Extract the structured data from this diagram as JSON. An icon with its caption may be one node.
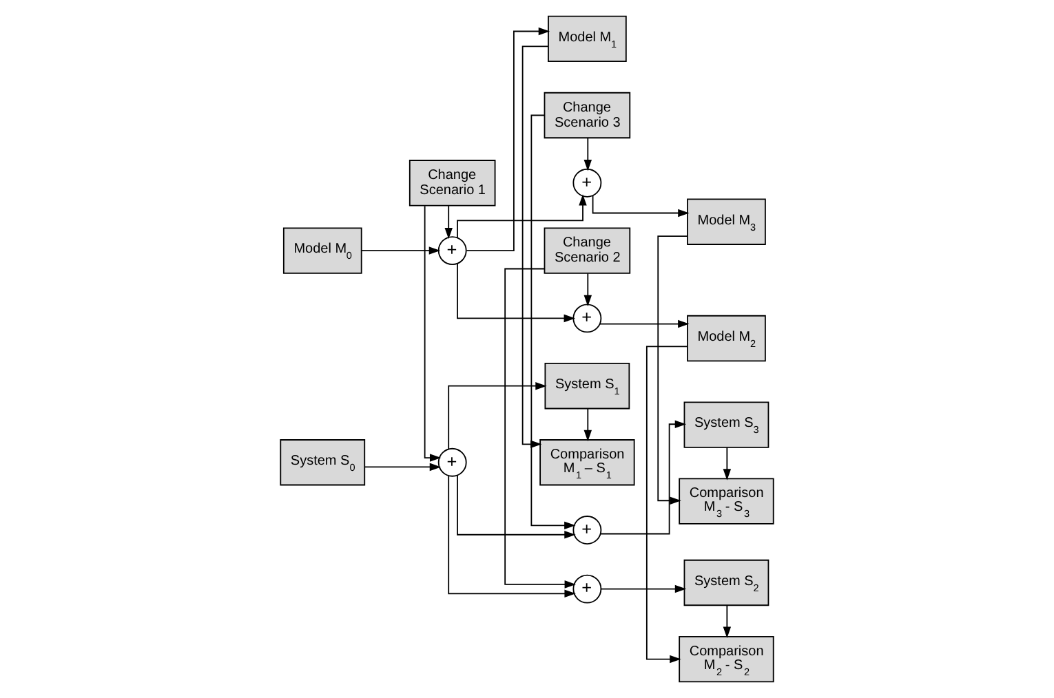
{
  "diagram": {
    "nodes": [
      {
        "text": [
          "Model M$_{0}$"
        ]
      },
      {
        "text": [
          "+"
        ]
      },
      {
        "text": [
          "Model M$_{1}$"
        ]
      },
      {
        "text": [
          "+"
        ]
      },
      {
        "text": [
          "Model M$_{2}$"
        ]
      },
      {
        "text": [
          "+"
        ]
      },
      {
        "text": [
          "Model M$_{3}$"
        ]
      },
      {
        "text": [
          "Change Scenario 1"
        ]
      },
      {
        "text": [
          "Change Scenario 2"
        ]
      },
      {
        "text": [
          "Change Scenario 3"
        ]
      },
      {
        "text": [
          "Comparison M$_{1}$ – S$_{1}$"
        ]
      },
      {
        "text": [
          "Comparison M$_{2}$ - S$_{2}$"
        ]
      },
      {
        "text": [
          "Comparison M$_{3}$ - S$_{3}$"
        ]
      },
      {
        "text": [
          "+"
        ]
      },
      {
        "text": [
          "System S$_{3}$"
        ]
      },
      {
        "text": [
          "+"
        ]
      },
      {
        "text": [
          "System S$_{2}$"
        ]
      },
      {
        "text": [
          "System S$_{0}$"
        ]
      },
      {
        "text": [
          "+"
        ]
      },
      {
        "text": [
          "System S$_{1}$"
        ]
      }
    ],
    "edges": [
      {
        "from": 0,
        "to": 1,
        "arrow": "to"
      },
      {
        "from": 7,
        "to": 1,
        "arrow": "to"
      },
      {
        "from": 1,
        "to": 2,
        "arrow": "to"
      },
      {
        "from": 1,
        "to": 3,
        "arrow": "to"
      },
      {
        "from": 1,
        "to": 5,
        "arrow": "to"
      },
      {
        "from": 8,
        "to": 3,
        "arrow": "to"
      },
      {
        "from": 3,
        "to": 4,
        "arrow": "to"
      },
      {
        "from": 9,
        "to": 5,
        "arrow": "to"
      },
      {
        "from": 5,
        "to": 6,
        "arrow": "to"
      },
      {
        "from": 2,
        "to": 10,
        "arrow": "to"
      },
      {
        "from": 4,
        "to": 11,
        "arrow": "to"
      },
      {
        "from": 6,
        "to": 12,
        "arrow": "to"
      },
      {
        "from": 7,
        "to": 18,
        "arrow": "to"
      },
      {
        "from": 8,
        "to": 15,
        "arrow": "to"
      },
      {
        "from": 9,
        "to": 13,
        "arrow": "to"
      },
      {
        "from": 17,
        "to": 18,
        "arrow": "to"
      },
      {
        "from": 18,
        "to": 19,
        "arrow": "to"
      },
      {
        "from": 18,
        "to": 15,
        "arrow": "to"
      },
      {
        "from": 18,
        "to": 13,
        "arrow": "to"
      },
      {
        "from": 13,
        "to": 14,
        "arrow": "to"
      },
      {
        "from": 15,
        "to": 16,
        "arrow": "to"
      },
      {
        "from": 19,
        "to": 10,
        "arrow": "to"
      },
      {
        "from": 16,
        "to": 11,
        "arrow": "to"
      },
      {
        "from": 14,
        "to": 12,
        "arrow": "to"
      }
    ]
  }
}
